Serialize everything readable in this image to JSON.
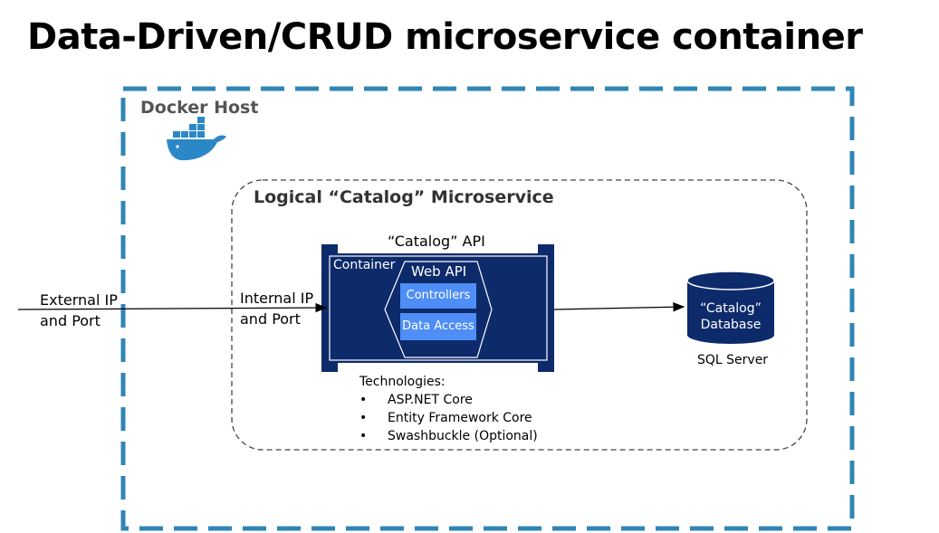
{
  "title": "Data-Driven/CRUD microservice container",
  "docker_host": {
    "label": "Docker Host"
  },
  "microservice": {
    "label": "Logical “Catalog” Microservice"
  },
  "api": {
    "label": "“Catalog” API",
    "container_label": "Container",
    "web_api_label": "Web API",
    "components": [
      "Controllers",
      "Data Access"
    ]
  },
  "external": {
    "label_line1": "External IP",
    "label_line2": "and Port"
  },
  "internal": {
    "label_line1": "Internal IP",
    "label_line2": "and Port"
  },
  "database": {
    "label_line1": "“Catalog”",
    "label_line2": "Database",
    "server": "SQL Server"
  },
  "technologies": {
    "heading": "Technologies:",
    "items": [
      "ASP.NET Core",
      "Entity Framework Core",
      "Swashbuckle (Optional)"
    ]
  },
  "colors": {
    "host_border": "#2f86b5",
    "navy": "#0d2a6b",
    "chip": "#4f8ef6",
    "docker_blue": "#2b88c6"
  }
}
